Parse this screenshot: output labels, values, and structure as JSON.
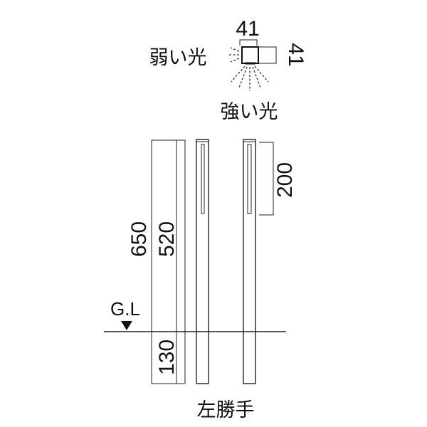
{
  "plan_view": {
    "width_label": "41",
    "depth_label": "41",
    "weak_light_label": "弱い光",
    "strong_light_label": "強い光"
  },
  "elevation": {
    "total_height_label": "650",
    "above_ground_label": "520",
    "below_ground_label": "130",
    "slot_length_label": "200",
    "ground_line_label": "G.L"
  },
  "caption": "左勝手"
}
